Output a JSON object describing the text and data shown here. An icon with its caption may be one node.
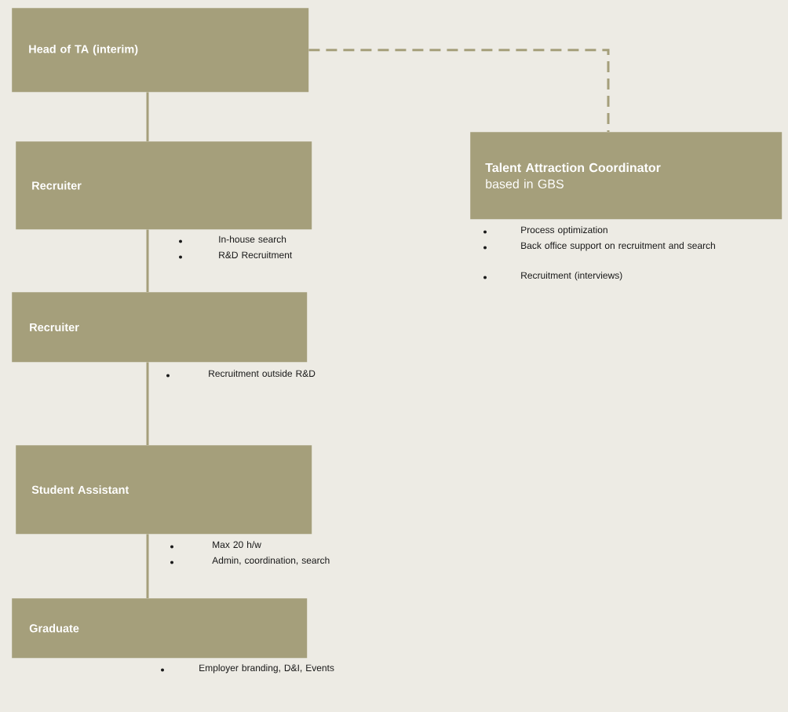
{
  "diagram": {
    "nodes": [
      {
        "text": [
          "Head of TA (interim)"
        ]
      },
      {
        "text": [
          "Recruiter"
        ],
        "beside": [
          "In-house search",
          "R&D Recruitment"
        ]
      },
      {
        "text": [
          "Recruiter"
        ],
        "beside": [
          "Recruitment outside R&D"
        ]
      },
      {
        "text": [
          "Student Assistant"
        ],
        "beside": [
          "Max 20 h/w",
          "Admin, coordination, search"
        ]
      },
      {
        "text": [
          "Graduate"
        ],
        "beside": [
          "Employer branding, D&I, Events"
        ]
      },
      {
        "text": [
          "Talent Attraction Coordinator",
          "based in GBS"
        ],
        "beside": [
          "Process optimization",
          "Back office support on recruitment and search",
          "Recruitment (interviews)"
        ]
      }
    ],
    "edges": [
      {
        "from": 0,
        "to": 1,
        "arrow": "none"
      },
      {
        "from": 1,
        "to": 2,
        "arrow": "none"
      },
      {
        "from": 2,
        "to": 3,
        "arrow": "none"
      },
      {
        "from": 3,
        "to": 4,
        "arrow": "none"
      },
      {
        "from": 0,
        "to": 5,
        "arrow": "none",
        "style": "dashed"
      }
    ]
  }
}
